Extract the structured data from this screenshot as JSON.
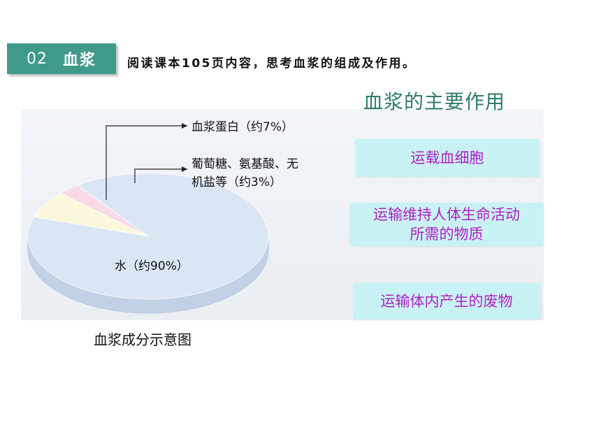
{
  "header": {
    "section_number": "02",
    "section_title": "血浆",
    "instruction": "阅读课本105页内容，思考血浆的组成及作用。"
  },
  "chart_data": {
    "type": "pie",
    "title": "",
    "caption": "血浆成分示意图",
    "slices": [
      {
        "label": "水（约90%）",
        "value": 90,
        "color": "#dbe6f4"
      },
      {
        "label": "血浆蛋白（约7%）",
        "value": 7,
        "color": "#fbf7dc"
      },
      {
        "label": "葡萄糖、氨基酸、无机盐等（约3%）",
        "value": 3,
        "color": "#f8dbe8"
      }
    ],
    "label_lines": {
      "protein": "血浆蛋白（约7%）",
      "other_line1": "葡萄糖、氨基酸、无",
      "other_line2": "机盐等（约3%）",
      "water": "水（约90%）"
    }
  },
  "functions": {
    "title": "血浆的主要作用",
    "items": [
      {
        "line1": "运载血细胞",
        "line2": ""
      },
      {
        "line1": "运输维持人体生命活动",
        "line2": "所需的物质"
      },
      {
        "line1": "运输体内产生的废物",
        "line2": ""
      }
    ]
  }
}
